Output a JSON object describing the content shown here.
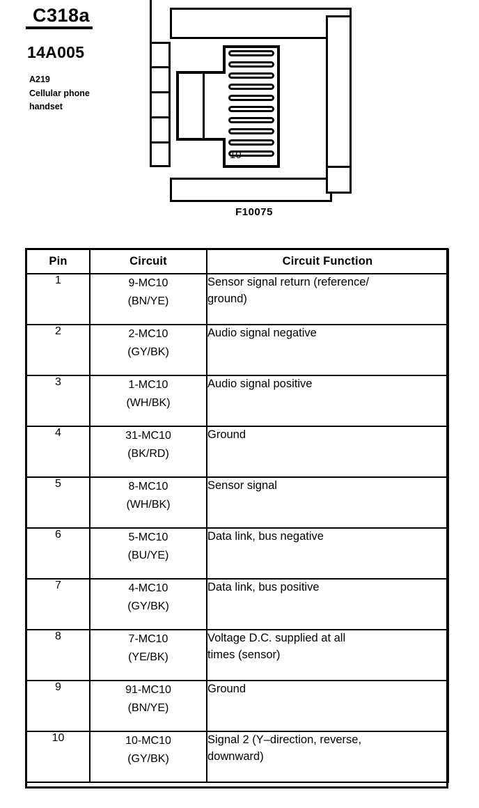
{
  "header": {
    "connector_id": "C318a",
    "part_number": "14A005",
    "component_code": "A219",
    "component_name_line1": "Cellular phone",
    "component_name_line2": "handset"
  },
  "diagram": {
    "reference": "F10075",
    "last_pin_label": "10",
    "terminal_count": 10,
    "tab_count": 5
  },
  "table": {
    "columns": [
      "Pin",
      "Circuit",
      "Circuit Function"
    ],
    "rows": [
      {
        "pin": "1",
        "circuit": "9-MC10",
        "color": "(BN/YE)",
        "function_line1": "Sensor signal return (reference/",
        "function_line2": "ground)"
      },
      {
        "pin": "2",
        "circuit": "2-MC10",
        "color": "(GY/BK)",
        "function_line1": "Audio signal negative",
        "function_line2": ""
      },
      {
        "pin": "3",
        "circuit": "1-MC10",
        "color": "(WH/BK)",
        "function_line1": "Audio signal positive",
        "function_line2": ""
      },
      {
        "pin": "4",
        "circuit": "31-MC10",
        "color": "(BK/RD)",
        "function_line1": "Ground",
        "function_line2": ""
      },
      {
        "pin": "5",
        "circuit": "8-MC10",
        "color": "(WH/BK)",
        "function_line1": "Sensor signal",
        "function_line2": ""
      },
      {
        "pin": "6",
        "circuit": "5-MC10",
        "color": "(BU/YE)",
        "function_line1": "Data link, bus negative",
        "function_line2": ""
      },
      {
        "pin": "7",
        "circuit": "4-MC10",
        "color": "(GY/BK)",
        "function_line1": "Data link, bus positive",
        "function_line2": ""
      },
      {
        "pin": "8",
        "circuit": "7-MC10",
        "color": "(YE/BK)",
        "function_line1": "Voltage D.C. supplied at all",
        "function_line2": "times (sensor)"
      },
      {
        "pin": "9",
        "circuit": "91-MC10",
        "color": "(BN/YE)",
        "function_line1": "Ground",
        "function_line2": ""
      },
      {
        "pin": "10",
        "circuit": "10-MC10",
        "color": "(GY/BK)",
        "function_line1": "Signal 2 (Y–direction, reverse,",
        "function_line2": "downward)"
      }
    ]
  }
}
